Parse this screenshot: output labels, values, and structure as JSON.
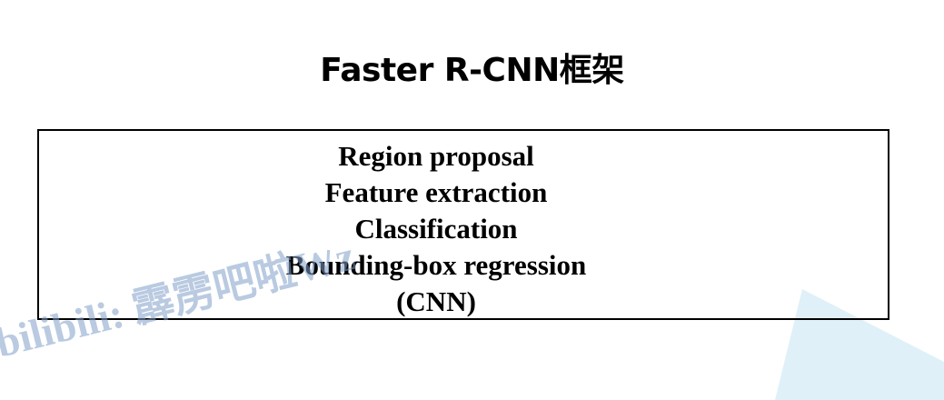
{
  "slide": {
    "title": "Faster R-CNN框架",
    "box_lines": [
      "Region proposal",
      "Feature extraction",
      "Classification",
      "Bounding-box regression",
      "(CNN)"
    ]
  },
  "watermark": {
    "text": "bilibili: 霹雳吧啦Wz",
    "color": "#7f9fc9"
  },
  "colors": {
    "corner_shape": "#dff0f8"
  }
}
